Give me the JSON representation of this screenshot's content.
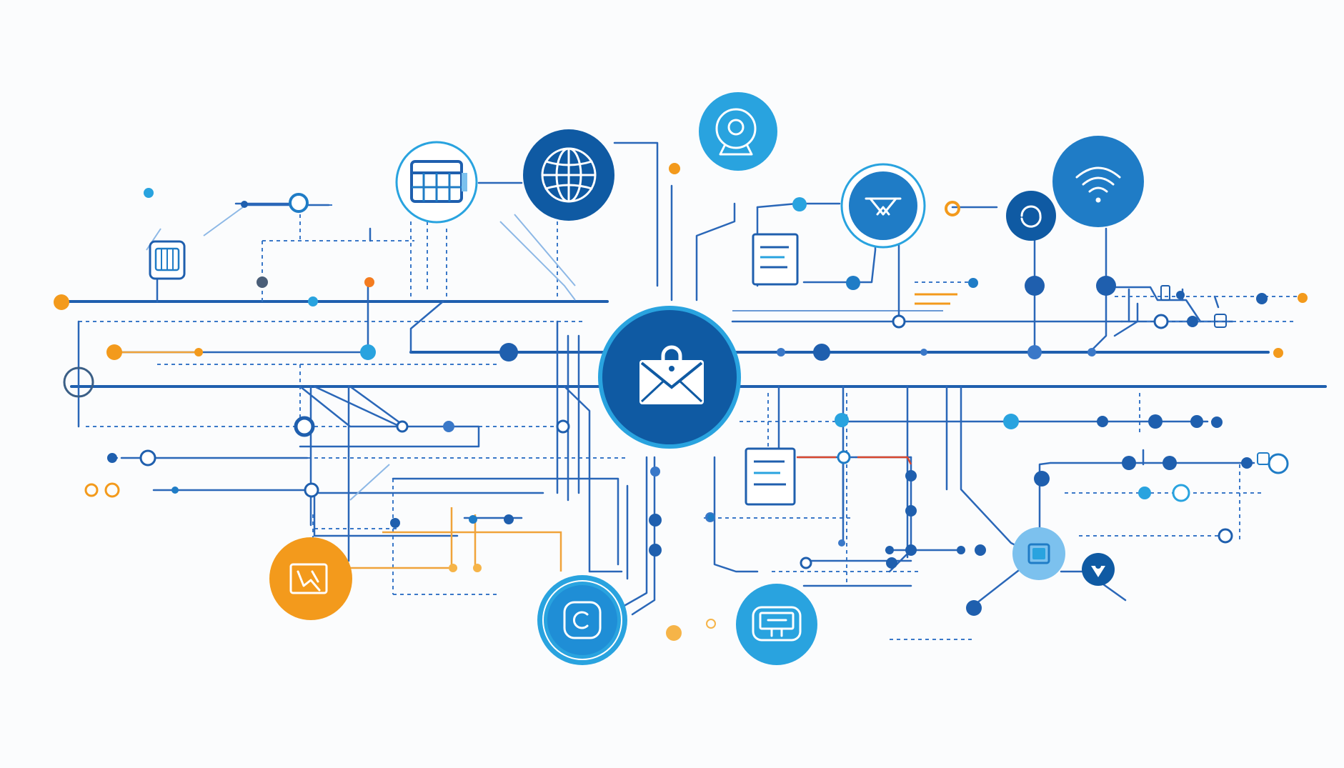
{
  "colors": {
    "background": "#fbfcfd",
    "dark_blue": "#0f5aa3",
    "mid_blue": "#1f7cc6",
    "light_blue": "#29a3df",
    "pale_blue": "#7cc1ee",
    "orange": "#f39a1c",
    "red": "#d9482f"
  },
  "hub": {
    "icon": "envelope-lock-icon"
  },
  "nodes": [
    {
      "id": "calendar",
      "icon": "calendar-grid-icon",
      "style": "outline"
    },
    {
      "id": "globe",
      "icon": "globe-icon",
      "style": "dark"
    },
    {
      "id": "webcam",
      "icon": "webcam-icon",
      "style": "light"
    },
    {
      "id": "tent",
      "icon": "tent-icon",
      "style": "outline-mid"
    },
    {
      "id": "sync",
      "icon": "sync-icon",
      "style": "dark-small"
    },
    {
      "id": "wifi",
      "icon": "wifi-icon",
      "style": "mid"
    },
    {
      "id": "tablet",
      "icon": "tablet-hand-icon",
      "style": "orange"
    },
    {
      "id": "refresh",
      "icon": "refresh-circle-icon",
      "style": "light-ring"
    },
    {
      "id": "monitor",
      "icon": "monitor-icon",
      "style": "light"
    },
    {
      "id": "chip",
      "icon": "chip-icon",
      "style": "pale"
    },
    {
      "id": "pin",
      "icon": "map-pin-icon",
      "style": "dark-tiny"
    }
  ]
}
